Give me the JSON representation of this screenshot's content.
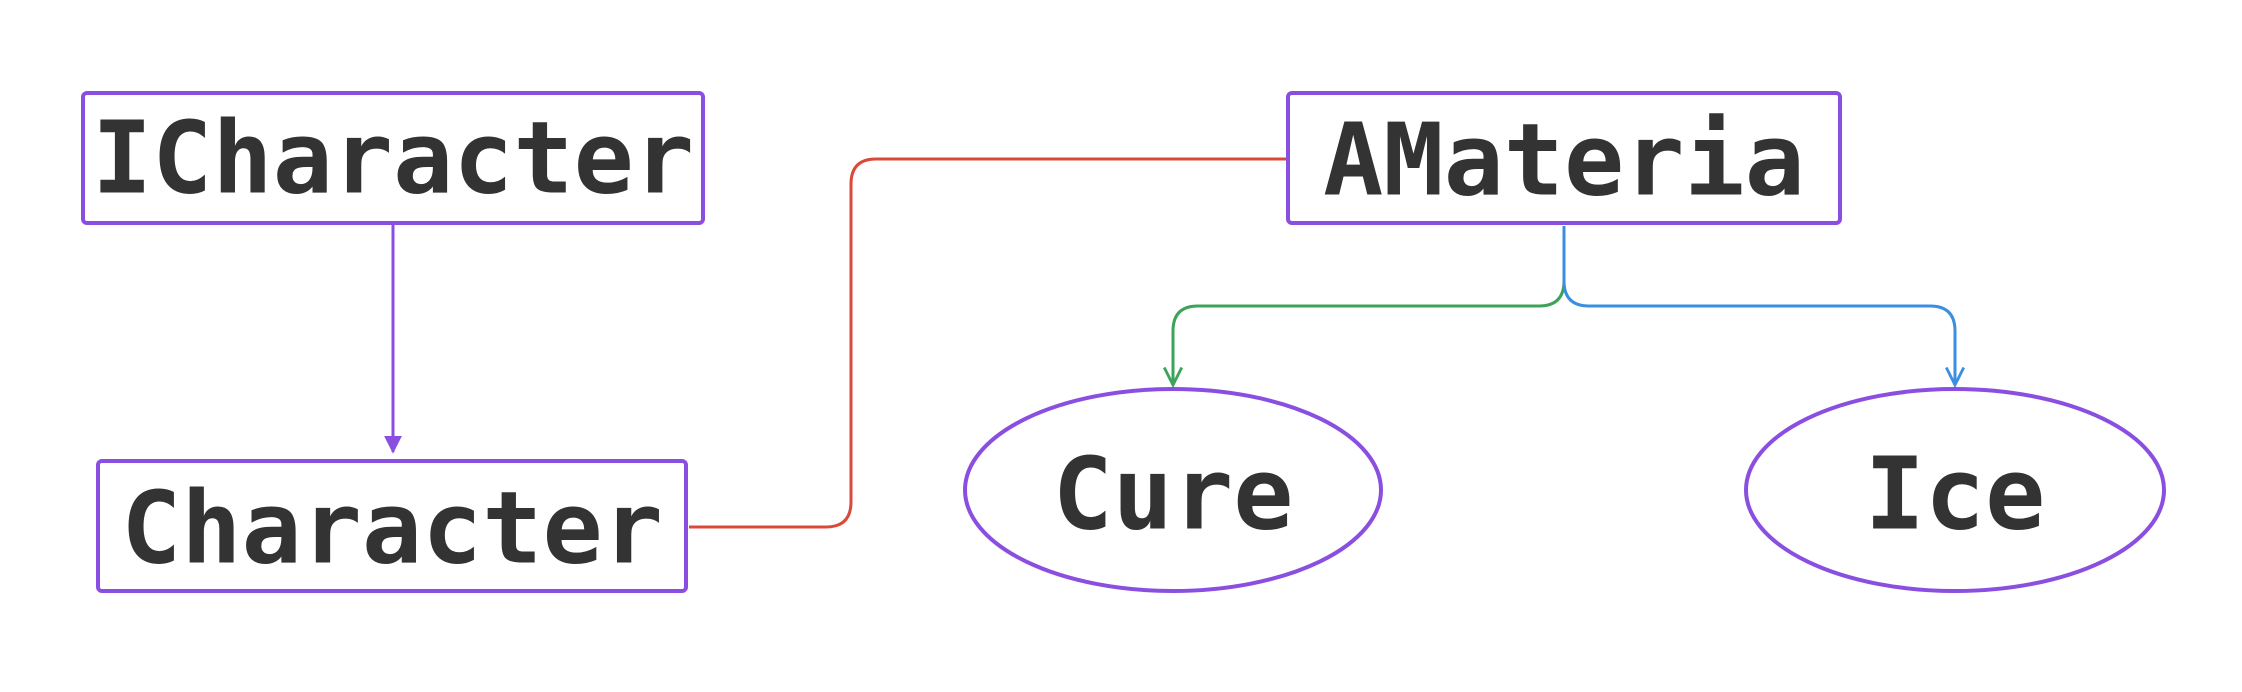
{
  "diagram": {
    "nodes": {
      "icharacter": {
        "label": "ICharacter",
        "shape": "rect"
      },
      "character": {
        "label": "Character",
        "shape": "rect"
      },
      "amateria": {
        "label": "AMateria",
        "shape": "rect"
      },
      "cure": {
        "label": "Cure",
        "shape": "ellipse"
      },
      "ice": {
        "label": "Ice",
        "shape": "ellipse"
      }
    },
    "edges": [
      {
        "from": "icharacter",
        "to": "character",
        "arrow": "filled",
        "color": "#8a4fe0"
      },
      {
        "from": "character",
        "to": "amateria",
        "arrow": "none",
        "color": "#d94a3a"
      },
      {
        "from": "amateria",
        "to": "cure",
        "arrow": "open",
        "color": "#3da35a"
      },
      {
        "from": "amateria",
        "to": "ice",
        "arrow": "open",
        "color": "#3a8fe0"
      }
    ],
    "colors": {
      "node_border": "#8a4fe0",
      "text": "#333333",
      "background": "#ffffff"
    }
  }
}
